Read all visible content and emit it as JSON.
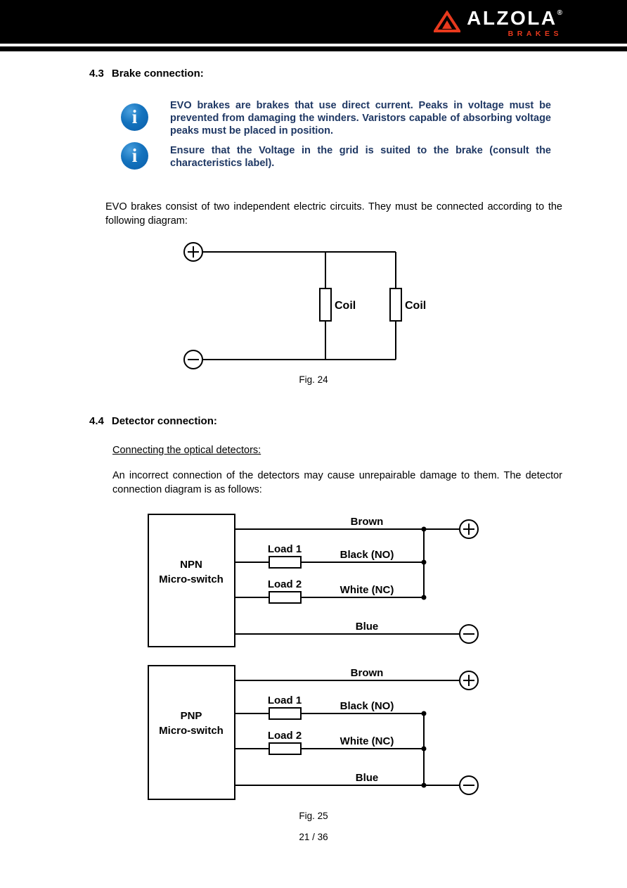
{
  "header": {
    "brand": "ALZOLA",
    "registered": "®",
    "brand_sub": "BRAKES"
  },
  "section_43": {
    "number": "4.3",
    "title": "Brake connection:"
  },
  "notes": [
    {
      "text": "EVO brakes are brakes that use direct current. Peaks in voltage must be prevented from damaging the winders. Varistors capable of absorbing voltage peaks must be placed in position."
    },
    {
      "text": "Ensure that the Voltage in the grid is suited to the brake (consult the characteristics label)."
    }
  ],
  "brake_intro": "EVO brakes consist of two independent electric circuits. They must be connected according to the following diagram:",
  "fig24": {
    "coil1": "Coil",
    "coil2": "Coil",
    "caption": "Fig. 24"
  },
  "section_44": {
    "number": "4.4",
    "title": "Detector connection:"
  },
  "detector_heading": "Connecting the optical detectors:",
  "detector_intro": "An incorrect connection of the detectors may cause unrepairable damage to them. The detector connection diagram is as follows:",
  "fig25": {
    "caption": "Fig. 25",
    "diagrams": [
      {
        "device_line1": "NPN",
        "device_line2": "Micro-switch",
        "wire_brown": "Brown",
        "load1": "Load 1",
        "load2": "Load 2",
        "black_no": "Black (NO)",
        "white_nc": "White (NC)",
        "wire_blue": "Blue"
      },
      {
        "device_line1": "PNP",
        "device_line2": "Micro-switch",
        "wire_brown": "Brown",
        "load1": "Load 1",
        "load2": "Load 2",
        "black_no": "Black (NO)",
        "white_nc": "White (NC)",
        "wire_blue": "Blue"
      }
    ]
  },
  "footer": {
    "page_number": "21 / 36"
  },
  "icons": {
    "info_glyph": "i"
  },
  "colors": {
    "brand_red": "#E8391D",
    "note_blue": "#1F3864",
    "info_icon_blue": "#1473BE",
    "header_black": "#000000"
  }
}
